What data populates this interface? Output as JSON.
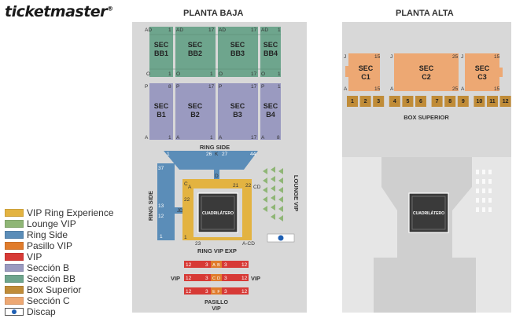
{
  "brand": {
    "logo_text": "ticketmaster",
    "registered": "®"
  },
  "floors": {
    "lower": {
      "title": "PLANTA BAJA"
    },
    "upper": {
      "title": "PLANTA ALTA"
    }
  },
  "colors": {
    "vip_ring_experience": "#e3b341",
    "lounge_vip": "#8fb676",
    "ring_side": "#5b8db8",
    "pasillo_vip": "#e07c2c",
    "vip": "#d73a36",
    "seccion_b": "#9a9ac0",
    "seccion_bb": "#6ea58d",
    "box_superior": "#c08c38",
    "seccion_c": "#eda873",
    "discap": "#ffffff",
    "venue_gray": "#d8d8d8",
    "ring_dark": "#3a3a3a"
  },
  "lower": {
    "bb_sections": [
      {
        "label": "SEC\nBB1",
        "top_left": "AD",
        "top_right": "1",
        "bottom_left": "O",
        "bottom_right": "1"
      },
      {
        "label": "SEC\nBB2",
        "top_left": "AD",
        "top_right": "17",
        "bottom_left": "O",
        "bottom_right": "1"
      },
      {
        "label": "SEC\nBB3",
        "top_left": "AD",
        "top_right": "17",
        "bottom_left": "O",
        "bottom_right": "17"
      },
      {
        "label": "SEC\nBB4",
        "top_left": "AD",
        "top_right": "1",
        "bottom_left": "O",
        "bottom_right": "1"
      }
    ],
    "b_sections": [
      {
        "label": "SEC\nB1",
        "top_left": "P",
        "top_right": "8",
        "bottom_left": "A",
        "bottom_right": "1"
      },
      {
        "label": "SEC\nB2",
        "top_left": "P",
        "top_right": "17",
        "bottom_left": "A",
        "bottom_right": "1"
      },
      {
        "label": "SEC\nB3",
        "top_left": "P",
        "top_right": "17",
        "bottom_left": "A",
        "bottom_right": "17"
      },
      {
        "label": "SEC\nB4",
        "top_left": "P",
        "top_right": "1",
        "bottom_left": "A",
        "bottom_right": "8"
      }
    ],
    "ring_side_top": "RING SIDE",
    "ring_side_left": "RING SIDE",
    "lounge_vip": "LOUNGE VIP",
    "ring_center": "CUADRILÁTERO",
    "ring_vip_exp": "RING VIP EXP",
    "vip_left": "VIP",
    "vip_right": "VIP",
    "pasillo_vip": "PASILLO\nVIP",
    "rs_numbers": {
      "tl": "1",
      "tm": "26",
      "k": "K",
      "tr": "27",
      "trr": "44",
      "l37": "37",
      "l13": "13",
      "l12": "12",
      "l1": "1",
      "j": "J",
      "d1": "D",
      "d2": "D",
      "rs1": "1"
    },
    "vip_exp": {
      "c": "C",
      "a": "A",
      "n22": "22",
      "n1": "1",
      "n21": "21",
      "n23": "23",
      "acd": "A-CD",
      "cd": "CD"
    },
    "vip_rows": [
      {
        "left": "12",
        "left_end": "3",
        "mid_l": "A",
        "mid_r": "B",
        "right": "3",
        "right_end": "12"
      },
      {
        "left": "12",
        "left_end": "3",
        "mid_l": "C",
        "mid_r": "D",
        "right": "3",
        "right_end": "12"
      },
      {
        "left": "12",
        "left_end": "3",
        "mid_l": "E",
        "mid_r": "F",
        "right": "3",
        "right_end": "12"
      }
    ]
  },
  "upper": {
    "c_sections": [
      {
        "label": "SEC\nC1",
        "tl": "J",
        "tr": "15",
        "bl": "A",
        "br": "15"
      },
      {
        "label": "SEC\nC2",
        "tl": "J",
        "tr": "25",
        "bl": "A",
        "br": "25"
      },
      {
        "label": "SEC\nC3",
        "tl": "J",
        "tr": "15",
        "bl": "A",
        "br": "15"
      }
    ],
    "boxes": [
      "1",
      "2",
      "3",
      "4",
      "5",
      "6",
      "7",
      "8",
      "9",
      "10",
      "11",
      "12"
    ],
    "box_superior": "BOX SUPERIOR",
    "ring_center": "CUADRILÁTERO"
  },
  "legend": [
    {
      "label": "VIP Ring Experience",
      "color": "#e3b341"
    },
    {
      "label": "Lounge VIP",
      "color": "#8fb676"
    },
    {
      "label": "Ring Side",
      "color": "#5b8db8"
    },
    {
      "label": "Pasillo VIP",
      "color": "#e07c2c"
    },
    {
      "label": "VIP",
      "color": "#d73a36"
    },
    {
      "label": "Sección B",
      "color": "#9a9ac0"
    },
    {
      "label": "Sección BB",
      "color": "#6ea58d"
    },
    {
      "label": "Box Superior",
      "color": "#c08c38"
    },
    {
      "label": "Sección C",
      "color": "#eda873"
    },
    {
      "label": "Discap",
      "color": "#ffffff"
    }
  ]
}
